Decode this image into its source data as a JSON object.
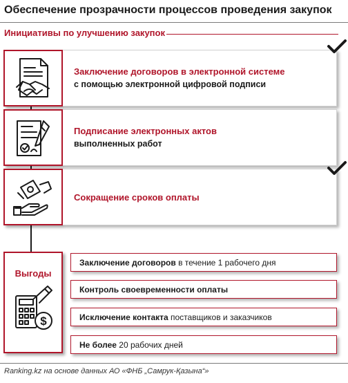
{
  "header": {
    "title": "Обеспечение прозрачности процессов проведения закупок",
    "subtitle": "Инициативы по улучшению закупок"
  },
  "initiatives": [
    {
      "line1": "Заключение договоров в электронной системе",
      "line2": "с помощью электронной цифровой подписи",
      "icon": "contract-handshake-icon",
      "checked": true
    },
    {
      "line1": "Подписание электронных актов",
      "line2": "выполненных работ",
      "icon": "signed-document-pen-icon",
      "checked": false
    },
    {
      "line1": "Сокращение сроков оплаты",
      "line2": "",
      "icon": "money-hand-icon",
      "checked": true
    }
  ],
  "benefits": {
    "label": "Выгоды",
    "icon": "calculator-money-icon",
    "items": [
      {
        "bold": "Заключение договоров",
        "rest": " в течение 1 рабочего дня"
      },
      {
        "bold": "Контроль своевременности оплаты",
        "rest": ""
      },
      {
        "bold": "Исключение контакта",
        "rest": " поставщиков и заказчиков"
      },
      {
        "bold": "Не более",
        "rest": " 20 рабочих дней"
      }
    ]
  },
  "footer": {
    "source": "Ranking.kz на основе данных АО «ФНБ „Самрук-Қазына“»"
  },
  "colors": {
    "accent": "#b0152a",
    "text": "#1a1a1a"
  }
}
